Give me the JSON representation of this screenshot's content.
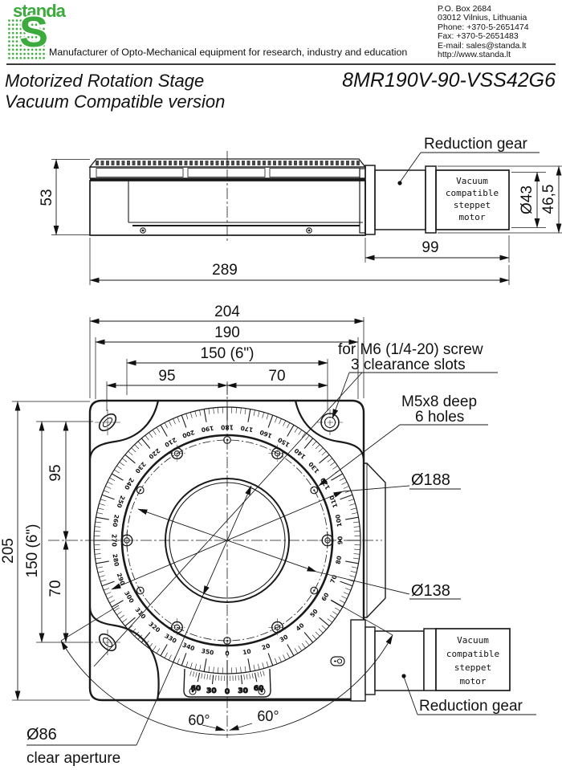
{
  "brand": {
    "logo_text": "standa",
    "tagline": "Manufacturer of Opto-Mechanical equipment for research, industry and education",
    "contact_lines": [
      "P.O. Box 2684",
      "03012 Vilnius, Lithuania",
      "Phone: +370-5-2651474",
      "Fax: +370-5-2651483",
      "E-mail: sales@standa.lt",
      "http://www.standa.lt"
    ],
    "logo_color": "#3caa3c"
  },
  "title": {
    "product_line1": "Motorized Rotation Stage",
    "product_line2": "Vacuum Compatible version",
    "part_number": "8MR190V-90-VSS42G6"
  },
  "side_view": {
    "dim_height": "53",
    "dim_motor_dia": "Ø43",
    "dim_gear_dia": "46,5",
    "dim_motor_length": "99",
    "dim_total_length": "289",
    "reduction_gear_label": "Reduction gear",
    "motor_lines": [
      "Vacuum",
      "compatible",
      "steppet",
      "motor"
    ]
  },
  "top_view": {
    "dim_width_outer": "204",
    "dim_width_inner": "190",
    "dim_width_pattern": "150 (6\")",
    "dim_top_left": "95",
    "dim_top_right": "70",
    "dim_height_outer": "205",
    "dim_height_pattern": "150 (6\")",
    "dim_left_upper": "95",
    "dim_left_lower": "70",
    "callout_m6_line1": "for M6 (1/4-20) screw",
    "callout_m6_line2": "3 clearance slots",
    "callout_m5_line1": "M5x8 deep",
    "callout_m5_line2": "6 holes",
    "callout_dia_outer": "Ø188",
    "callout_dia_holes": "Ø138",
    "callout_aperture": "Ø86",
    "callout_aperture_label": "clear aperture",
    "angle_left": "60°",
    "angle_right": "60°",
    "reduction_gear_label": "Reduction gear",
    "motor_lines": [
      "Vacuum",
      "compatible",
      "steppet",
      "motor"
    ]
  },
  "protractor": {
    "deg_start": 0,
    "deg_end": 350,
    "deg_step": 10,
    "tick_step": 2,
    "vernier_labels": [
      "60",
      "30",
      "0",
      "30",
      "60"
    ]
  }
}
